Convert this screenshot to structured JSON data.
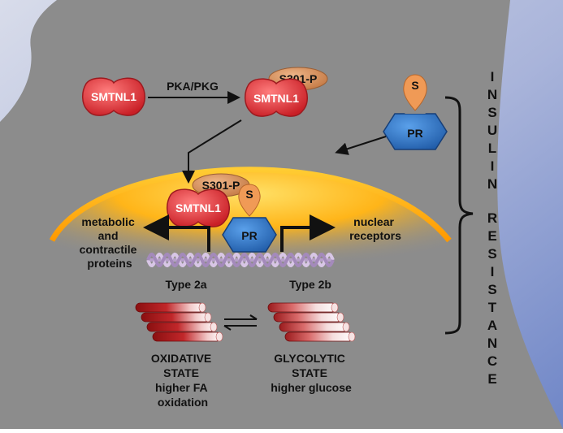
{
  "protein_left": "SMTNL1",
  "kinase": "PKA/PKG",
  "protein_phos": "SMTNL1",
  "phospho_site": "S301-P",
  "pr_top": {
    "site": "S",
    "label": "PR"
  },
  "nucleus": {
    "phospho_site": "S301-P",
    "protein": "SMTNL1",
    "pr_site": "S",
    "pr_label": "PR"
  },
  "targets": {
    "left": [
      "metabolic",
      "and",
      "contractile",
      "proteins"
    ],
    "right": [
      "nuclear",
      "receptors"
    ]
  },
  "fiber_types": {
    "left": "Type 2a",
    "right": "Type 2b"
  },
  "states": {
    "left": [
      "OXIDATIVE",
      "STATE",
      "higher FA",
      "oxidation"
    ],
    "right": [
      "GLYCOLYTIC",
      "STATE",
      "higher glucose"
    ]
  },
  "side_label_words": [
    "INSULIN",
    "RESISTANCE"
  ],
  "colors": {
    "bg_outer": "#7f93cf",
    "body": "#8d8d8d",
    "protein": "#e23c3c",
    "phospho": "#d9935e",
    "pr": "#2f73c3",
    "s_tag": "#f09a56",
    "nucleus": "#ffb21c",
    "dna": "#c6b0d6"
  }
}
